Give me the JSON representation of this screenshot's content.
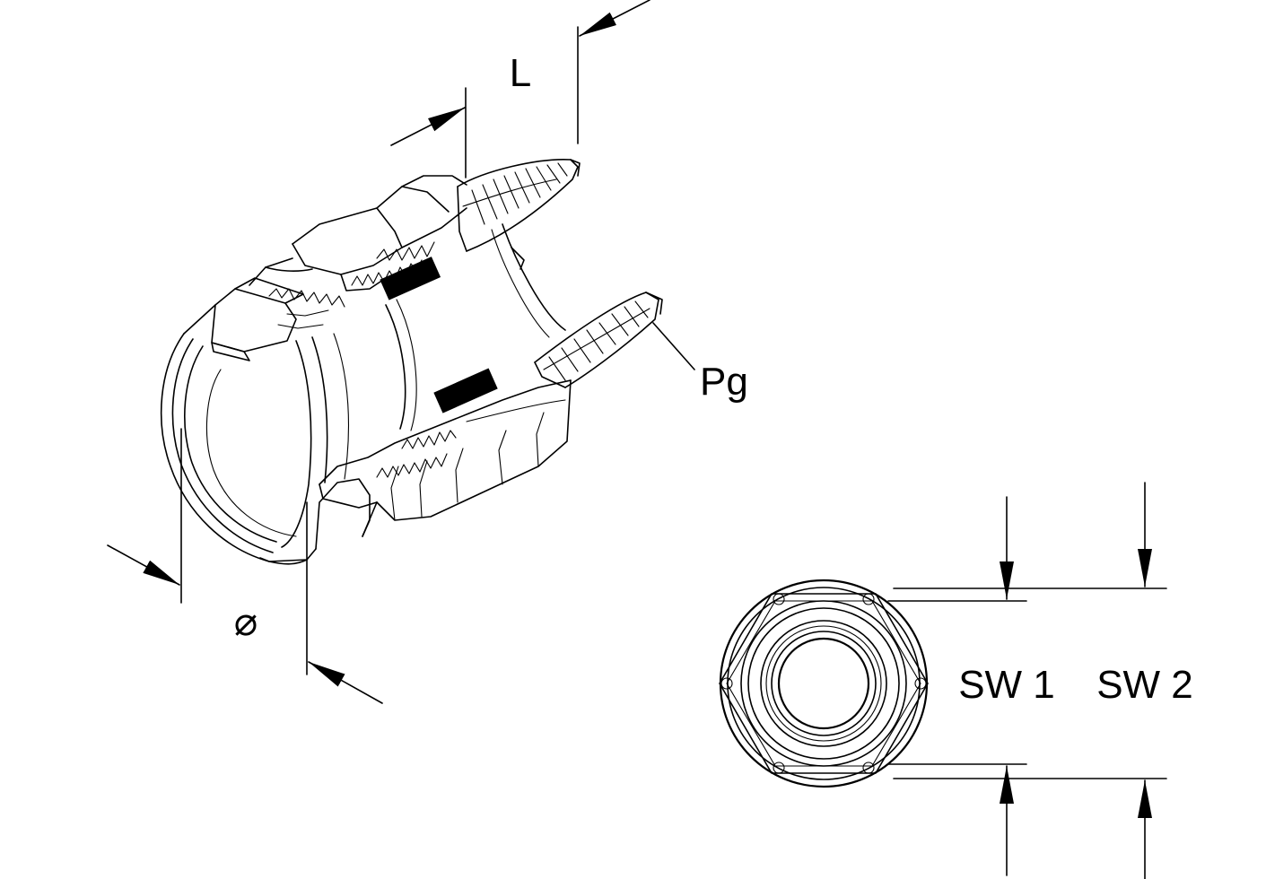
{
  "labels": {
    "length": "L",
    "thread": "Pg",
    "diameter": "⌀",
    "across_flats_1": "SW 1",
    "across_flats_2": "SW 2"
  },
  "colors": {
    "line": "#000000",
    "background": "#ffffff"
  }
}
